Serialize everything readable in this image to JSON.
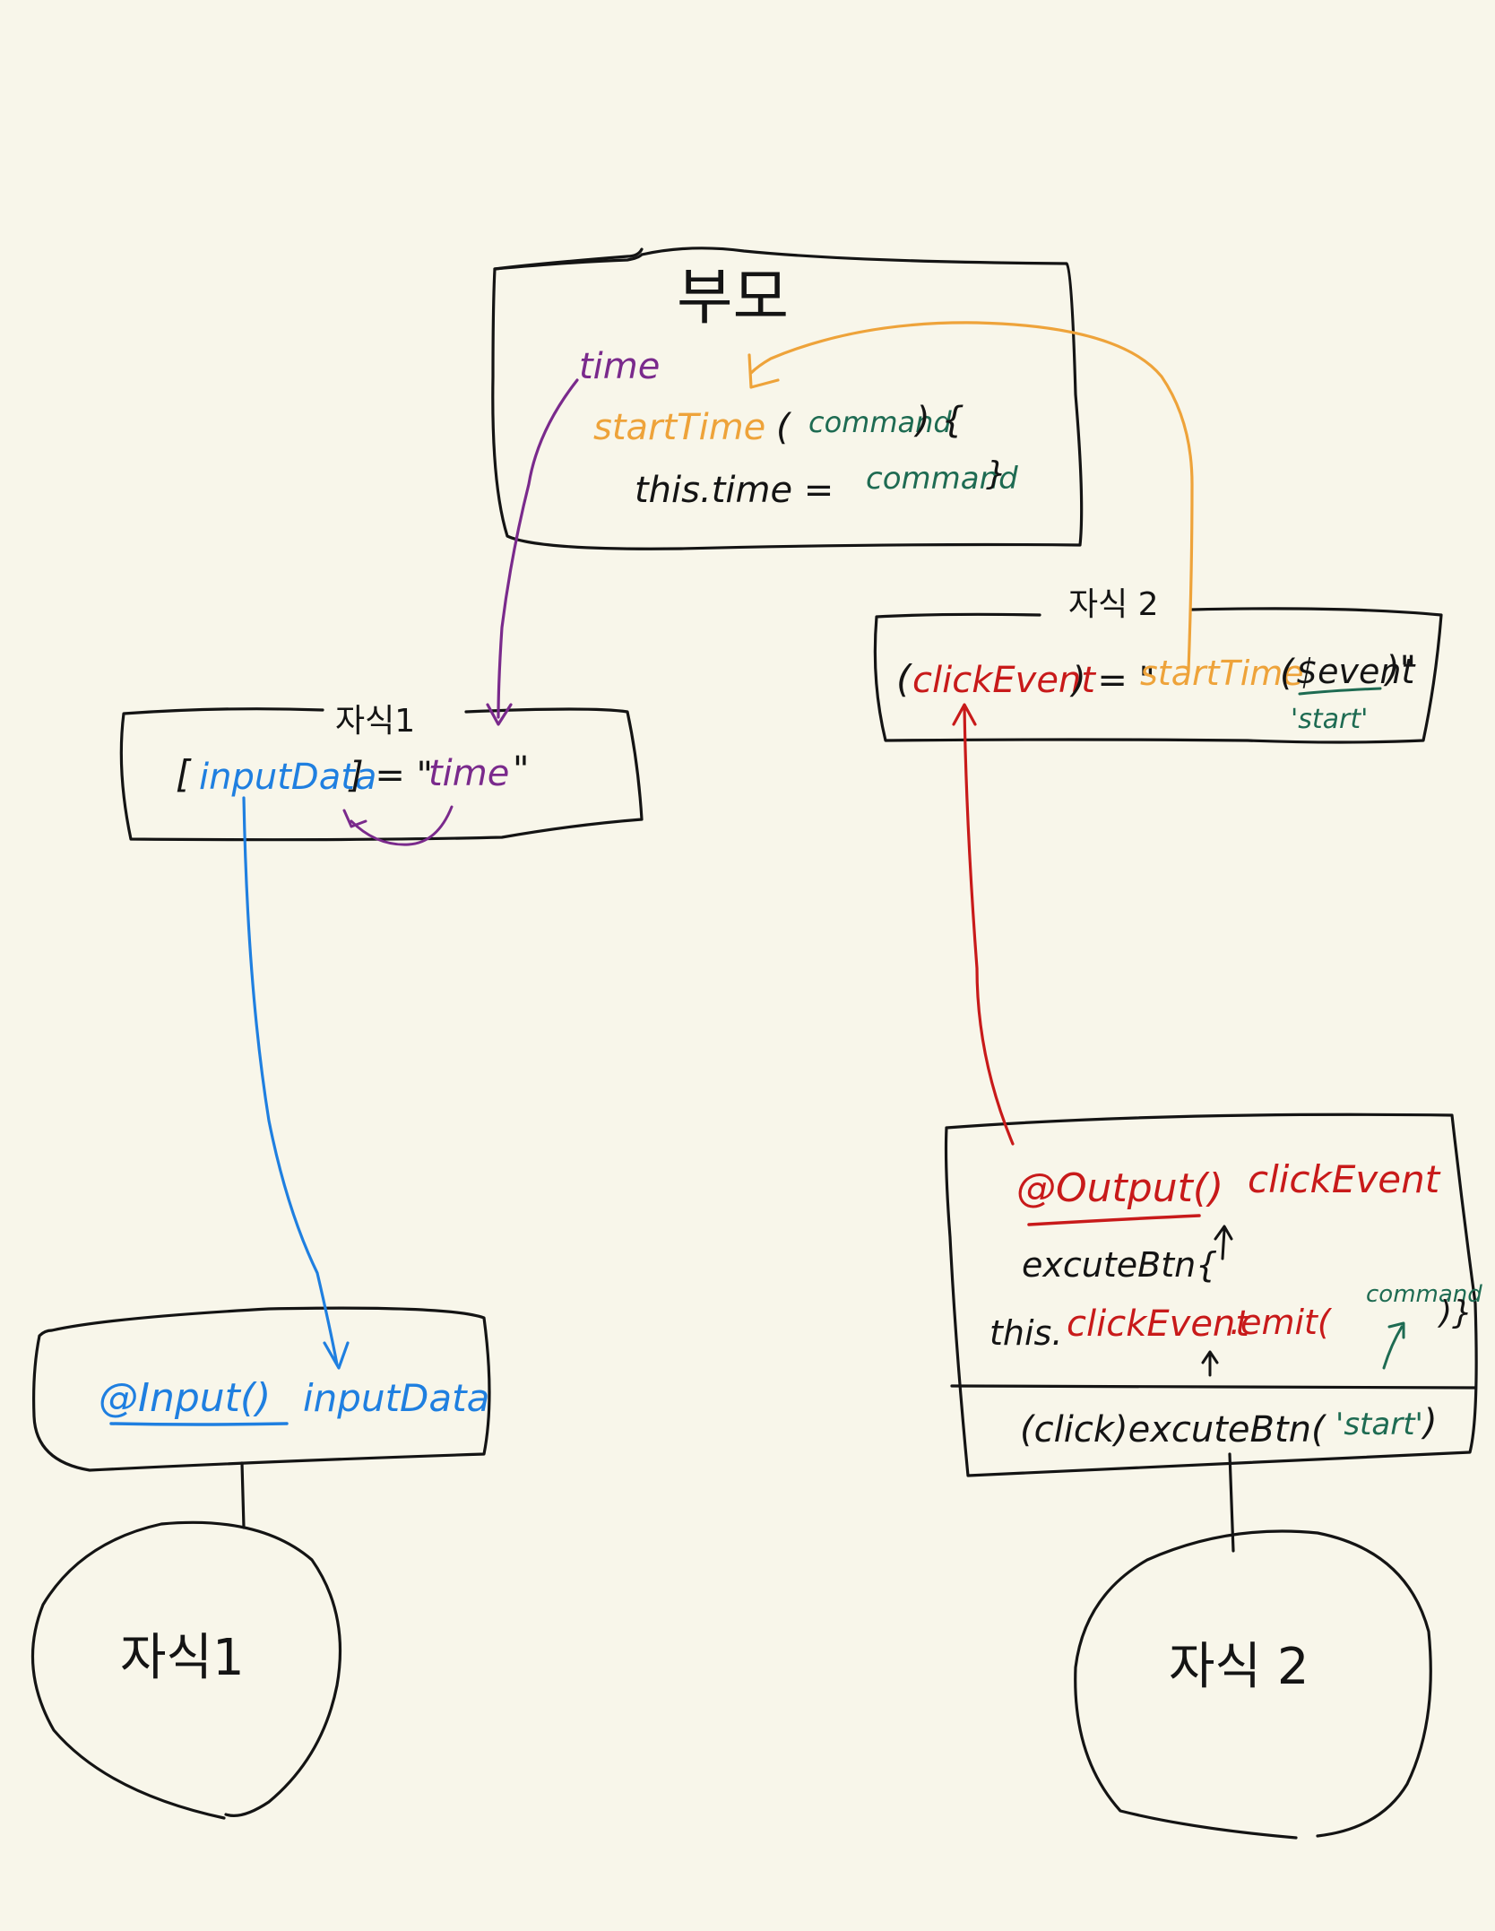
{
  "colors": {
    "black": "#141414",
    "purple": "#7a2a8c",
    "orange": "#eea33a",
    "green": "#1e6b52",
    "blue": "#1f7fe0",
    "red": "#c81a1a",
    "background": "#f8f6ea"
  },
  "parent": {
    "title": "부모",
    "property": "time",
    "method_name": "startTime",
    "method_paren_open": "(",
    "method_param": "command",
    "method_paren_close": ") {",
    "body_prefix": "this.time =",
    "body_value": "command",
    "body_suffix": "}"
  },
  "child1_binding": {
    "label": "자식1",
    "bracket_open": "[",
    "prop": "inputData",
    "equals": "] = \"",
    "value": "time",
    "quote_close": "\""
  },
  "child2_binding": {
    "label": "자식 2",
    "paren_open": "(",
    "event": "clickEvent",
    "equals": ") = \"",
    "handler": "startTime",
    "handler_paren": "(",
    "arg": "$event",
    "handler_close": ")\"",
    "note": "'start'"
  },
  "child1_component": {
    "decorator": "@Input()",
    "prop": "inputData"
  },
  "child2_component": {
    "decorator": "@Output()",
    "prop": "clickEvent",
    "method": "excuteBtn{",
    "emit_prefix": "this.",
    "emit_event": "clickEvent",
    "emit_call": ".emit(",
    "emit_arg": "command",
    "emit_close": ")}",
    "template_prefix": "(click)excuteBtn(",
    "template_arg": "'start'",
    "template_close": ")"
  },
  "circles": {
    "child1": "자식1",
    "child2": "자식 2"
  }
}
